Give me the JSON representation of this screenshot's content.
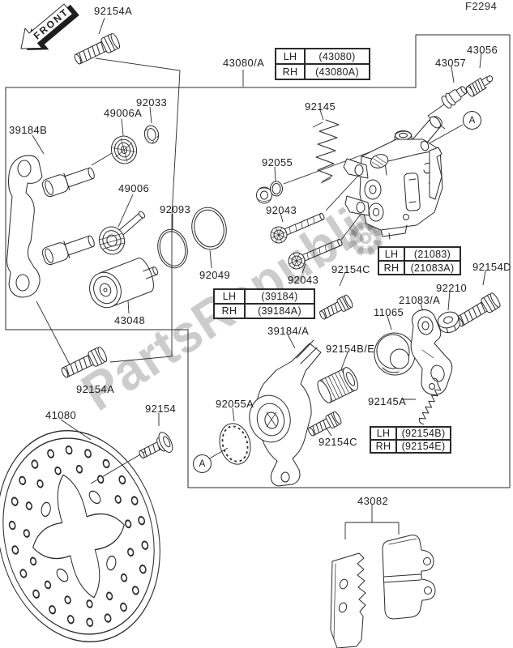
{
  "meta": {
    "fiche_code": "F2294",
    "front_label": "FRONT"
  },
  "watermark": {
    "text": "PartsRepublik",
    "gear_icon": "gear-icon",
    "color": "#c9c9c9"
  },
  "markers": [
    {
      "label": "A"
    },
    {
      "label": "A"
    }
  ],
  "labels": [
    {
      "part": "92154A",
      "text": "92154A"
    },
    {
      "part": "43080/A",
      "text": "43080/A"
    },
    {
      "part": "43056",
      "text": "43056"
    },
    {
      "part": "43057",
      "text": "43057"
    },
    {
      "part": "92145",
      "text": "92145"
    },
    {
      "part": "92033",
      "text": "92033"
    },
    {
      "part": "49006A",
      "text": "49006A"
    },
    {
      "part": "39184B",
      "text": "39184B"
    },
    {
      "part": "92055",
      "text": "92055"
    },
    {
      "part": "49006",
      "text": "49006"
    },
    {
      "part": "92093",
      "text": "92093"
    },
    {
      "part": "92043",
      "text": "92043"
    },
    {
      "part": "92049",
      "text": "92049"
    },
    {
      "part": "92043",
      "text": "92043"
    },
    {
      "part": "92154C",
      "text": "92154C"
    },
    {
      "part": "92154D",
      "text": "92154D"
    },
    {
      "part": "92210",
      "text": "92210"
    },
    {
      "part": "21083/A",
      "text": "21083/A"
    },
    {
      "part": "11065",
      "text": "11065"
    },
    {
      "part": "43048",
      "text": "43048"
    },
    {
      "part": "39184/A",
      "text": "39184/A"
    },
    {
      "part": "92154B/E",
      "text": "92154B/E"
    },
    {
      "part": "92154A",
      "text": "92154A"
    },
    {
      "part": "92145A",
      "text": "92145A"
    },
    {
      "part": "92055A",
      "text": "92055A"
    },
    {
      "part": "92154",
      "text": "92154"
    },
    {
      "part": "41080",
      "text": "41080"
    },
    {
      "part": "92154C",
      "text": "92154C"
    },
    {
      "part": "43082",
      "text": "43082"
    }
  ],
  "tables": [
    {
      "rows": [
        [
          "LH",
          "(43080)"
        ],
        [
          "RH",
          "(43080A)"
        ]
      ]
    },
    {
      "rows": [
        [
          "LH",
          "(21083)"
        ],
        [
          "RH",
          "(21083A)"
        ]
      ]
    },
    {
      "rows": [
        [
          "LH",
          "(39184)"
        ],
        [
          "RH",
          "(39184A)"
        ]
      ]
    },
    {
      "rows": [
        [
          "LH",
          "(92154B)"
        ],
        [
          "RH",
          "(92154E)"
        ]
      ]
    }
  ]
}
